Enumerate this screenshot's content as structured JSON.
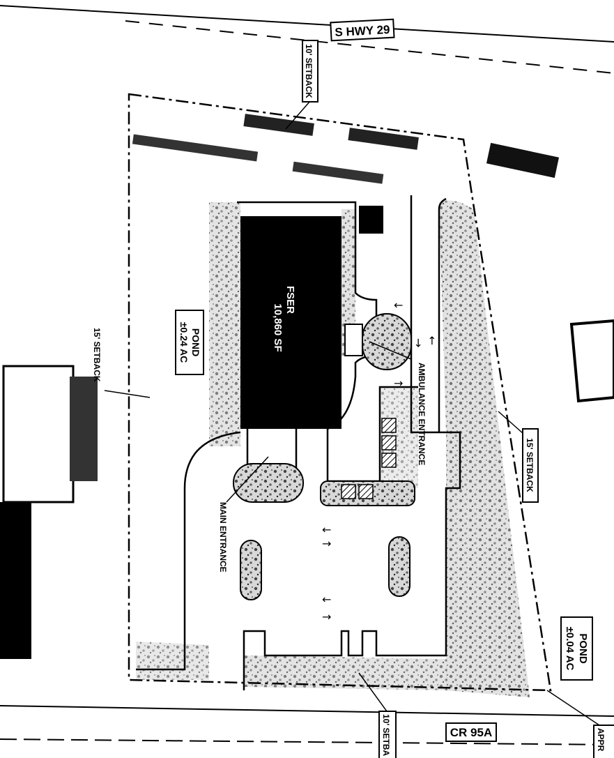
{
  "plan": {
    "road_top": "S HWY 29",
    "road_bottom": "CR 95A",
    "setback_top": "10' SETBACK",
    "setback_left": "15' SETBACK",
    "setback_right": "15' SETBACK",
    "setback_bottom": "10' SETBA",
    "building_name": "FSER",
    "building_area": "10,860 SF",
    "pond_west_name": "POND",
    "pond_west_area": "±0.24 AC",
    "pond_east_name": "POND",
    "pond_east_area": "±0.04 AC",
    "ambulance_entrance": "AMBULANCE ENTRANCE",
    "main_entrance": "MAIN ENTRANCE",
    "approach_label": "APPR"
  },
  "colors": {
    "ink": "#000000",
    "paper": "#ffffff",
    "landscape": "#9a9a9a"
  }
}
